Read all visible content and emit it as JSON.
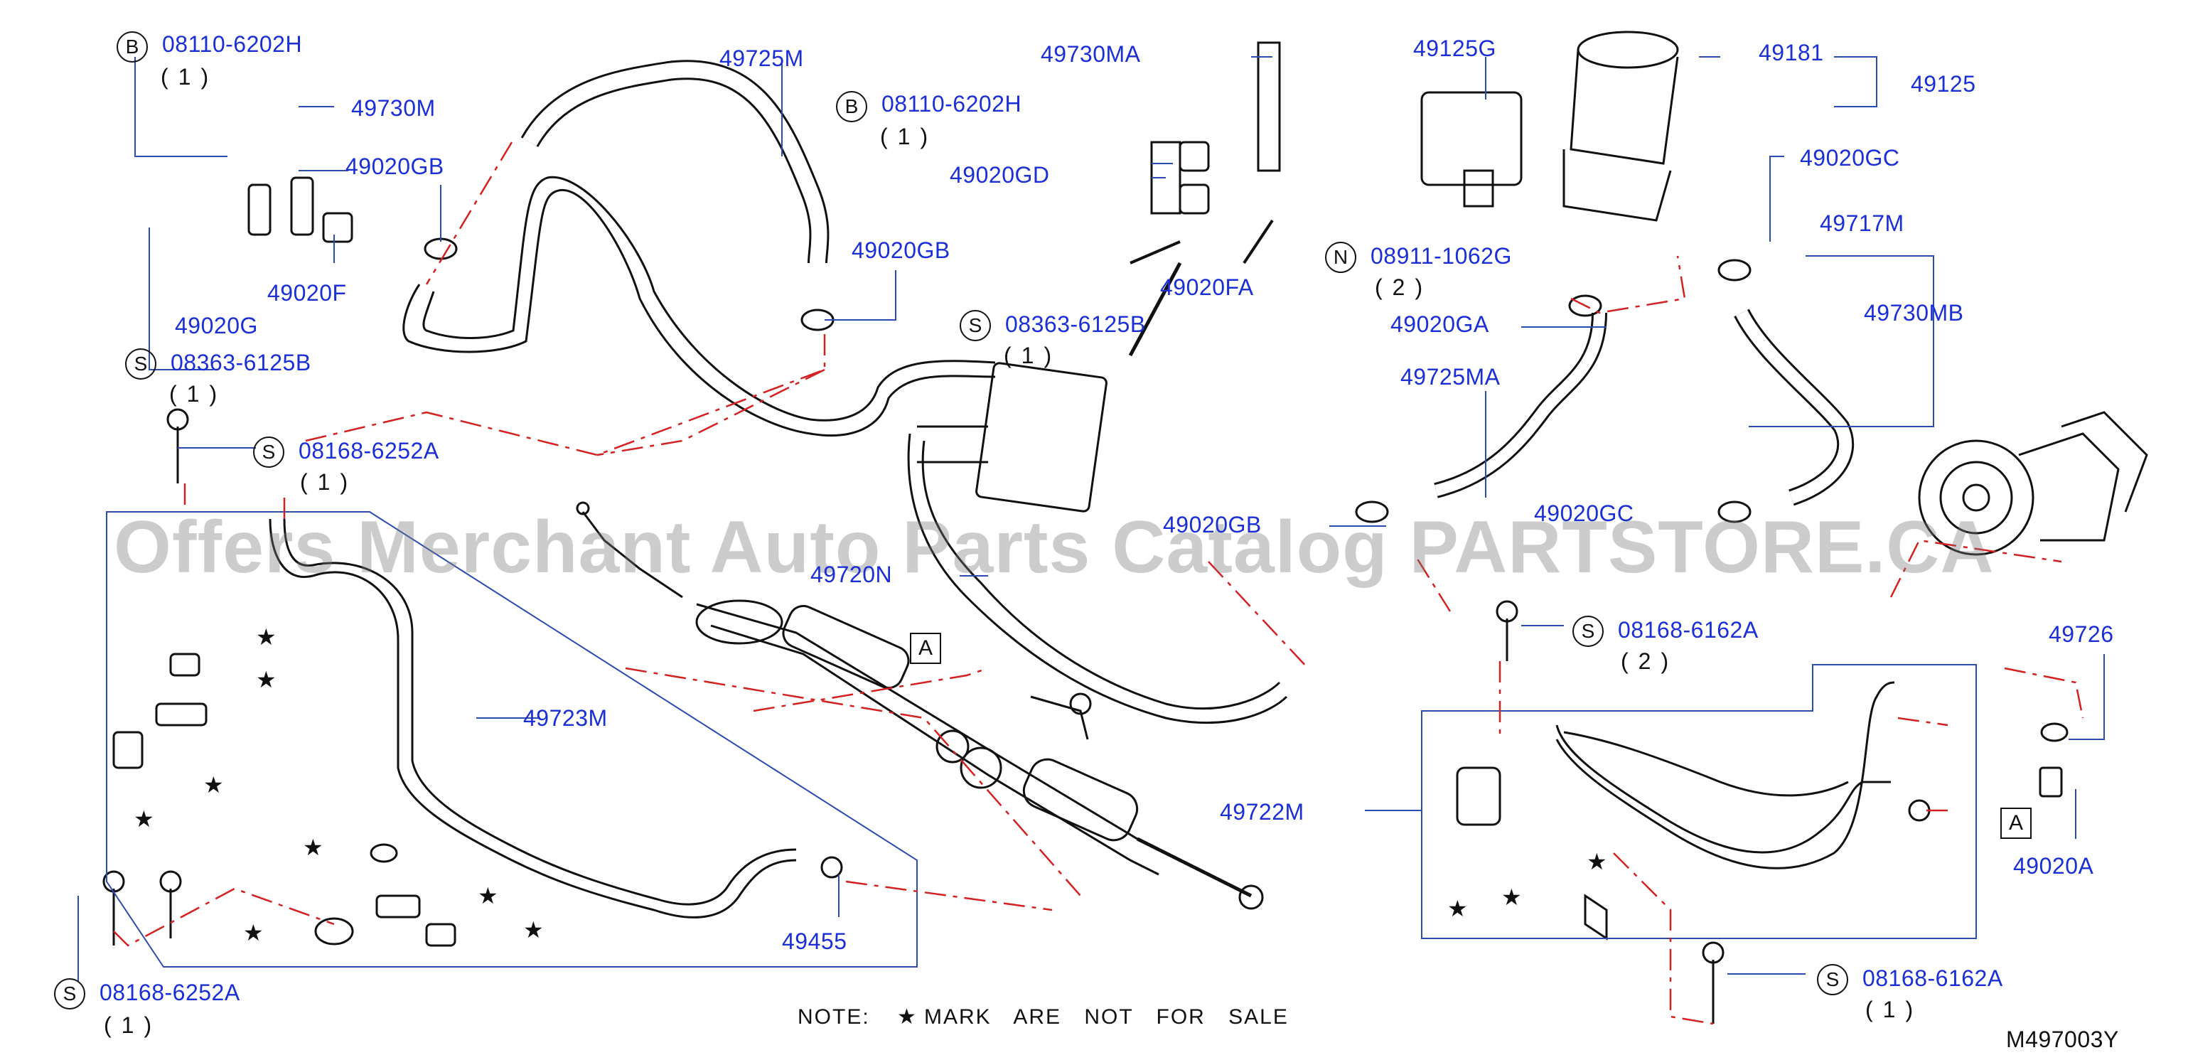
{
  "watermark": "Offers Merchant Auto Parts Catalog PARTSTORE.CA",
  "diagram_code": "M497003Y",
  "note": {
    "prefix": "NOTE:",
    "star": "★",
    "text": "MARK ARE NOT FOR SALE"
  },
  "callouts": {
    "b1": {
      "mark": "B",
      "part": "08110-6202H",
      "qty": "(1)"
    },
    "b2": {
      "mark": "B",
      "part": "08110-6202H",
      "qty": "(1)"
    },
    "s1": {
      "mark": "S",
      "part": "08363-6125B",
      "qty": "(1)"
    },
    "s2": {
      "mark": "S",
      "part": "08168-6252A",
      "qty": "(1)"
    },
    "s3": {
      "mark": "S",
      "part": "08363-6125B",
      "qty": "(1)"
    },
    "s4": {
      "mark": "S",
      "part": "08168-6252A",
      "qty": "(1)"
    },
    "n1": {
      "mark": "N",
      "part": "08911-1062G",
      "qty": "(2)"
    },
    "s5": {
      "mark": "S",
      "part": "08168-6162A",
      "qty": "(2)"
    },
    "s6": {
      "mark": "S",
      "part": "08168-6162A",
      "qty": "(1)"
    }
  },
  "parts": {
    "p49730M": "49730M",
    "p49020GB_a": "49020GB",
    "p49725M": "49725M",
    "p49020GB_b": "49020GB",
    "p49020G": "49020G",
    "p49020F": "49020F",
    "p49730MA": "49730MA",
    "p49020GD": "49020GD",
    "p49020FA": "49020FA",
    "p49125G": "49125G",
    "p49181": "49181",
    "p49125": "49125",
    "p49020GC_a": "49020GC",
    "p49717M": "49717M",
    "p49730MB": "49730MB",
    "p49020GA": "49020GA",
    "p49725MA": "49725MA",
    "p49020GB_c": "49020GB",
    "p49020GC_b": "49020GC",
    "p49720N": "49720N",
    "p49723M": "49723M",
    "p49722M": "49722M",
    "p49455": "49455",
    "p49726": "49726",
    "p49020A": "49020A"
  },
  "ref_A_1": "A",
  "ref_A_2": "A",
  "colors": {
    "label": "#1a2fd6",
    "leader": "#2a4bb0",
    "dash": "#d42020",
    "line": "#111111"
  }
}
